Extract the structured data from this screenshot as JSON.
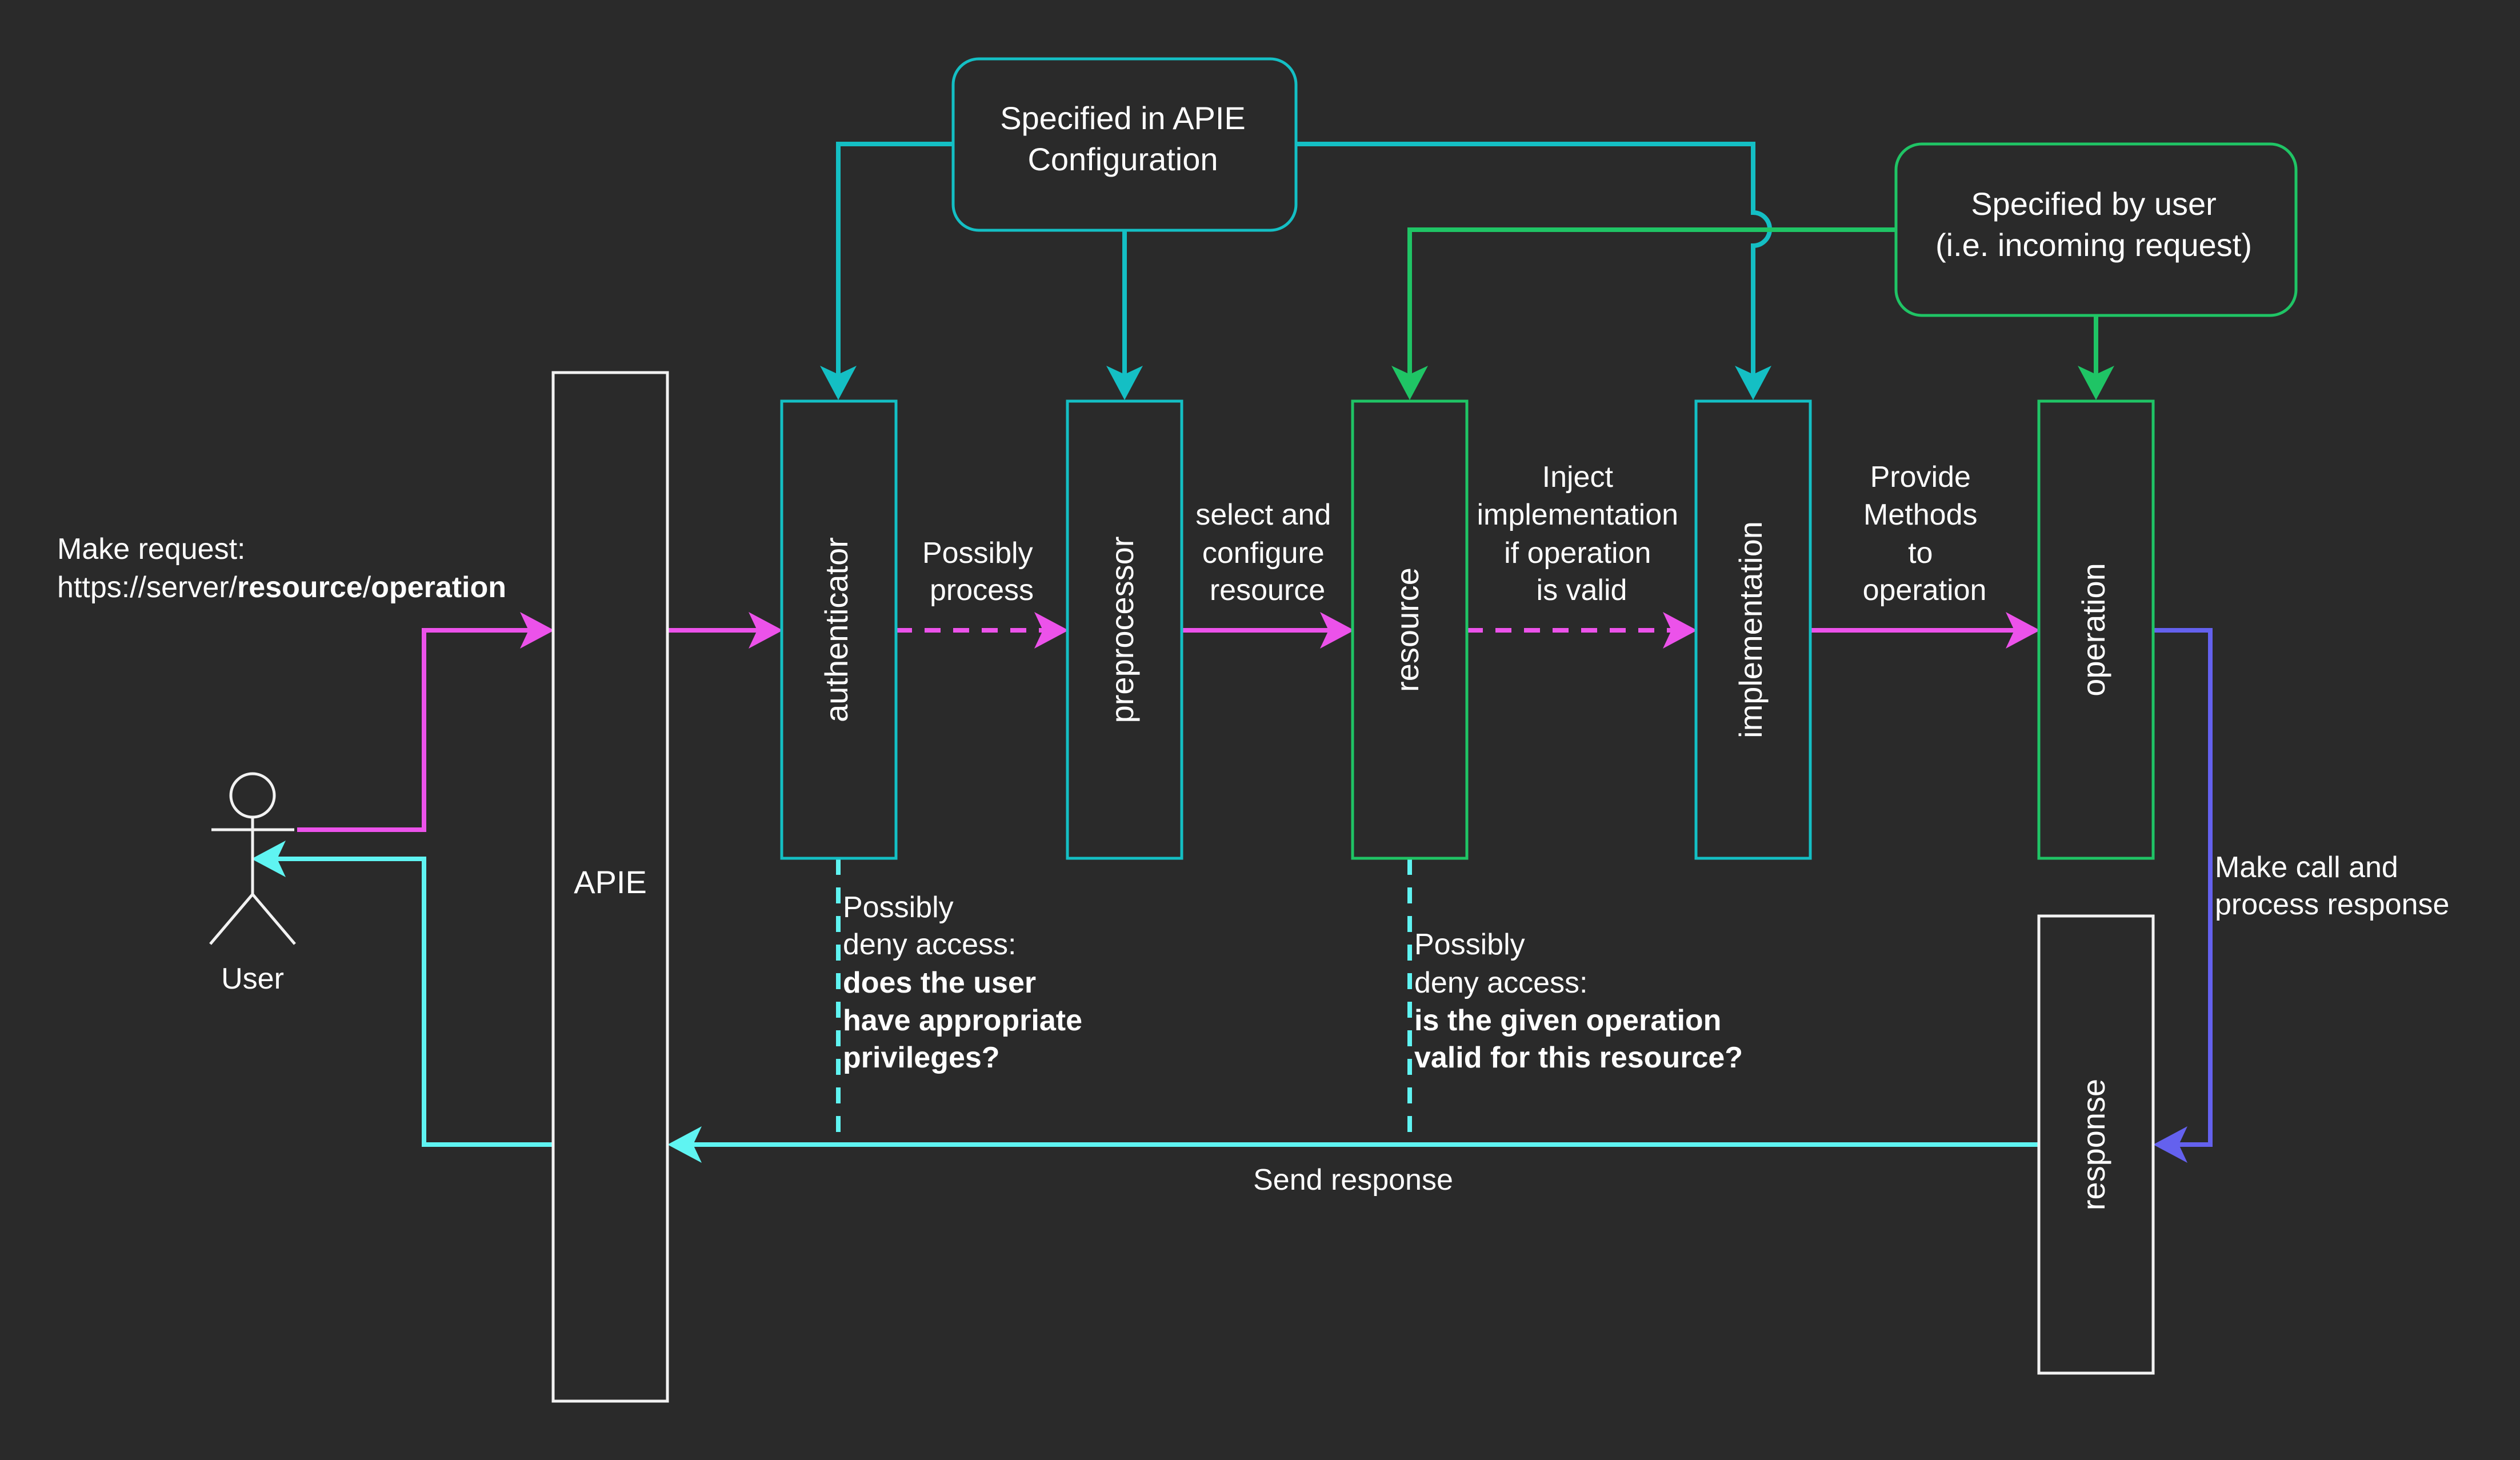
{
  "colors": {
    "background": "#2a2a2a",
    "teal": "#14bfc4",
    "green": "#1fc465",
    "magenta": "#ec52ea",
    "cyan": "#5ff4f2",
    "indigo": "#6461ee",
    "white": "#f2f2f2"
  },
  "user": {
    "label": "User"
  },
  "request_label": {
    "line1": "Make request:",
    "line2_prefix": "https://server/",
    "line2_resource": "resource",
    "line2_sep": "/",
    "line2_operation": "operation"
  },
  "boxes": {
    "apie": "APIE",
    "authenticator": "authenticator",
    "preprocessor": "preprocessor",
    "resource": "resource",
    "implementation": "implementation",
    "operation": "operation",
    "response": "response",
    "config": {
      "line1": "Specified in APIE",
      "line2": "Configuration"
    },
    "user_spec": {
      "line1": "Specified by user",
      "line2": "(i.e. incoming request)"
    }
  },
  "edge_labels": {
    "possibly_process": [
      "Possibly",
      "process"
    ],
    "select_configure": [
      "select and",
      "configure",
      "resource"
    ],
    "inject": [
      "Inject",
      "implementation",
      "if operation",
      "is valid"
    ],
    "provide": [
      "Provide",
      "Methods",
      "to",
      "operation"
    ],
    "make_call": [
      "Make call and",
      "process response"
    ],
    "send_response": "Send response"
  },
  "deny_auth": {
    "line1": "Possibly",
    "line2": "deny access:",
    "bold1": "does the user",
    "bold2": "have appropriate",
    "bold3": "privileges?"
  },
  "deny_resource": {
    "line1": "Possibly",
    "line2": "deny access:",
    "bold1": "is the given operation",
    "bold2": "valid for this resource?"
  }
}
